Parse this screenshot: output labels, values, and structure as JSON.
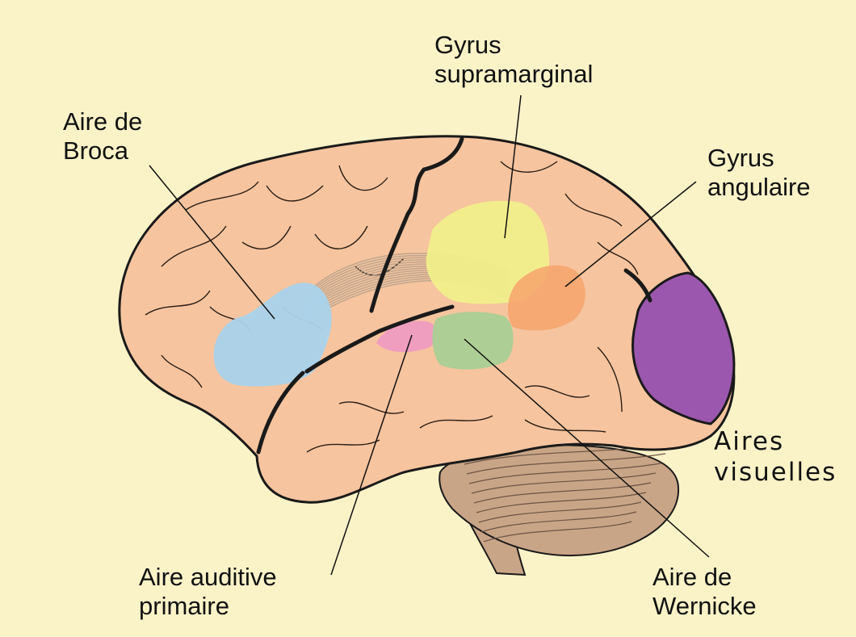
{
  "colors": {
    "background": "#fbf3c8",
    "brain": "#f6c49e",
    "outline": "#1a1a1a",
    "broca": "#a9d3ec",
    "supramarginal": "#f2f28a",
    "angular": "#f6a66e",
    "auditory": "#ef9cc2",
    "wernicke": "#a9cf95",
    "visual": "#9b57ad",
    "cerebellum": "#c9a587",
    "fibres": "#b9a38c"
  },
  "labels": {
    "broca": {
      "line1": "Aire de",
      "line2": "Broca"
    },
    "supramarginal": {
      "line1": "Gyrus",
      "line2": "supramarginal"
    },
    "angular": {
      "line1": "Gyrus",
      "line2": "angulaire"
    },
    "visual": {
      "line1": "Aires",
      "line2": "visuelles"
    },
    "auditory": {
      "line1": "Aire auditive",
      "line2": "primaire"
    },
    "wernicke": {
      "line1": "Aire de",
      "line2": "Wernicke"
    }
  }
}
